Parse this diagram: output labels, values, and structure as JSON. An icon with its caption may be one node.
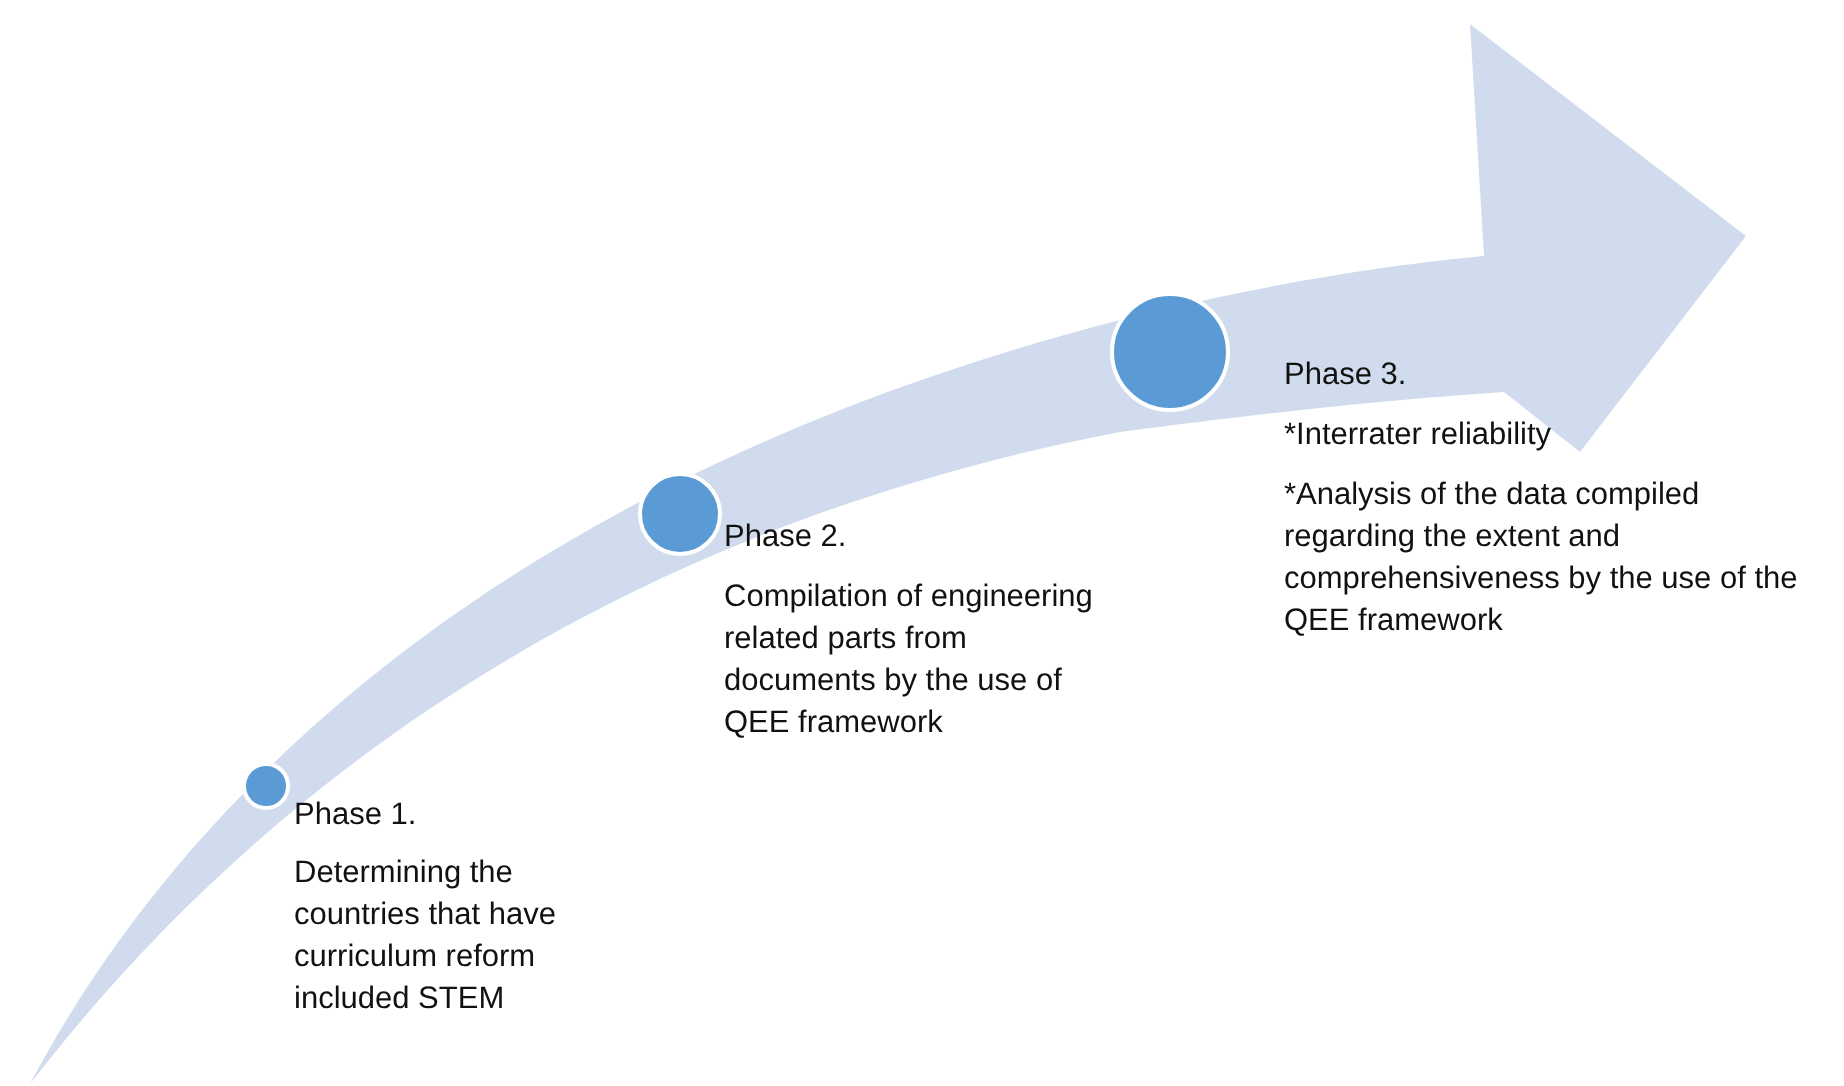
{
  "diagram": {
    "nodes": [
      {
        "text": [],
        "shape": "circle",
        "beside": [
          "Phase 1.",
          "Determining the countries that have curriculum reform included STEM"
        ]
      },
      {
        "text": [],
        "shape": "circle",
        "beside": [
          "Phase 2.",
          "Compilation of engineering related parts from documents by the use of QEE framework"
        ]
      },
      {
        "text": [],
        "shape": "circle",
        "beside": [
          "Phase 3.",
          "*Interrater reliability",
          "*Analysis of the data compiled regarding the extent and comprehensiveness by the use of the QEE framework"
        ]
      }
    ]
  }
}
